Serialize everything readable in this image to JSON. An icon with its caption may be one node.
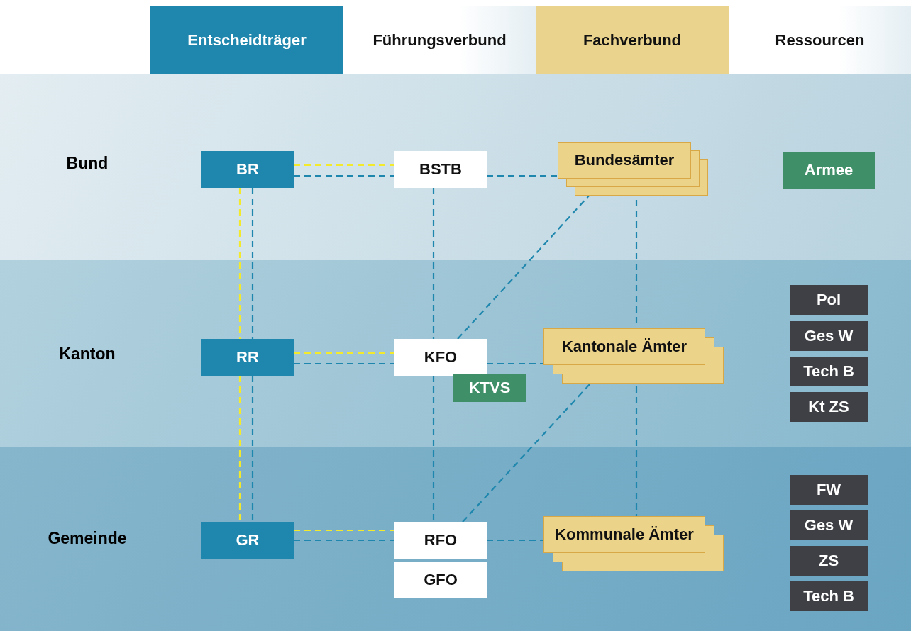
{
  "diagram": {
    "nodes": [
      {
        "text": [
          "Entscheidträger"
        ]
      },
      {
        "text": [
          "Führungsverbund"
        ]
      },
      {
        "text": [
          "Fachverbund"
        ]
      },
      {
        "text": [
          "Ressourcen"
        ]
      },
      {
        "text": [
          "Bund"
        ]
      },
      {
        "text": [
          "Kanton"
        ]
      },
      {
        "text": [
          "Gemeinde"
        ]
      },
      {
        "text": [
          "BR"
        ],
        "in": 4
      },
      {
        "text": [
          "BSTB"
        ],
        "in": 4
      },
      {
        "text": [
          "Bundesämter"
        ],
        "in": 4
      },
      {
        "text": [
          "Armee"
        ],
        "in": 4
      },
      {
        "text": [
          "RR"
        ],
        "in": 5
      },
      {
        "text": [
          "KFO"
        ],
        "in": 5
      },
      {
        "text": [
          "KTVS"
        ],
        "in": 5
      },
      {
        "text": [
          "Kantonale Ämter"
        ],
        "in": 5
      },
      {
        "text": [
          "Pol"
        ],
        "in": 5
      },
      {
        "text": [
          "Ges W"
        ],
        "in": 5
      },
      {
        "text": [
          "Tech B"
        ],
        "in": 5
      },
      {
        "text": [
          "Kt ZS"
        ],
        "in": 5
      },
      {
        "text": [
          "GR"
        ],
        "in": 6
      },
      {
        "text": [
          "RFO"
        ],
        "in": 6
      },
      {
        "text": [
          "GFO"
        ],
        "in": 6
      },
      {
        "text": [
          "Kommunale Ämter"
        ],
        "in": 6
      },
      {
        "text": [
          "FW"
        ],
        "in": 6
      },
      {
        "text": [
          "Ges W"
        ],
        "in": 6
      },
      {
        "text": [
          "ZS"
        ],
        "in": 6
      },
      {
        "text": [
          "Tech B"
        ],
        "in": 6
      }
    ],
    "edges": [
      {
        "from": 7,
        "to": 8,
        "arrow": "none",
        "style": "dashed",
        "color": "#f2ea2a"
      },
      {
        "from": 7,
        "to": 8,
        "arrow": "none",
        "style": "dashed"
      },
      {
        "from": 8,
        "to": 9,
        "arrow": "none",
        "style": "dashed"
      },
      {
        "from": 7,
        "to": 11,
        "arrow": "none",
        "style": "dashed",
        "color": "#f2ea2a"
      },
      {
        "from": 7,
        "to": 11,
        "arrow": "none",
        "style": "dashed"
      },
      {
        "from": 8,
        "to": 12,
        "arrow": "none",
        "style": "dashed"
      },
      {
        "from": 12,
        "to": 9,
        "arrow": "none",
        "style": "dashed"
      },
      {
        "from": 11,
        "to": 12,
        "arrow": "none",
        "style": "dashed",
        "color": "#f2ea2a"
      },
      {
        "from": 11,
        "to": 12,
        "arrow": "none",
        "style": "dashed"
      },
      {
        "from": 12,
        "to": 14,
        "arrow": "none",
        "style": "dashed"
      },
      {
        "from": 9,
        "to": 14,
        "arrow": "none",
        "style": "dashed"
      },
      {
        "from": 11,
        "to": 19,
        "arrow": "none",
        "style": "dashed",
        "color": "#f2ea2a"
      },
      {
        "from": 11,
        "to": 19,
        "arrow": "none",
        "style": "dashed"
      },
      {
        "from": 12,
        "to": 20,
        "arrow": "none",
        "style": "dashed"
      },
      {
        "from": 20,
        "to": 14,
        "arrow": "none",
        "style": "dashed"
      },
      {
        "from": 19,
        "to": 20,
        "arrow": "none",
        "style": "dashed",
        "color": "#f2ea2a"
      },
      {
        "from": 19,
        "to": 20,
        "arrow": "none",
        "style": "dashed"
      },
      {
        "from": 20,
        "to": 22,
        "arrow": "none",
        "style": "dashed"
      },
      {
        "from": 14,
        "to": 22,
        "arrow": "none",
        "style": "dashed"
      }
    ]
  }
}
